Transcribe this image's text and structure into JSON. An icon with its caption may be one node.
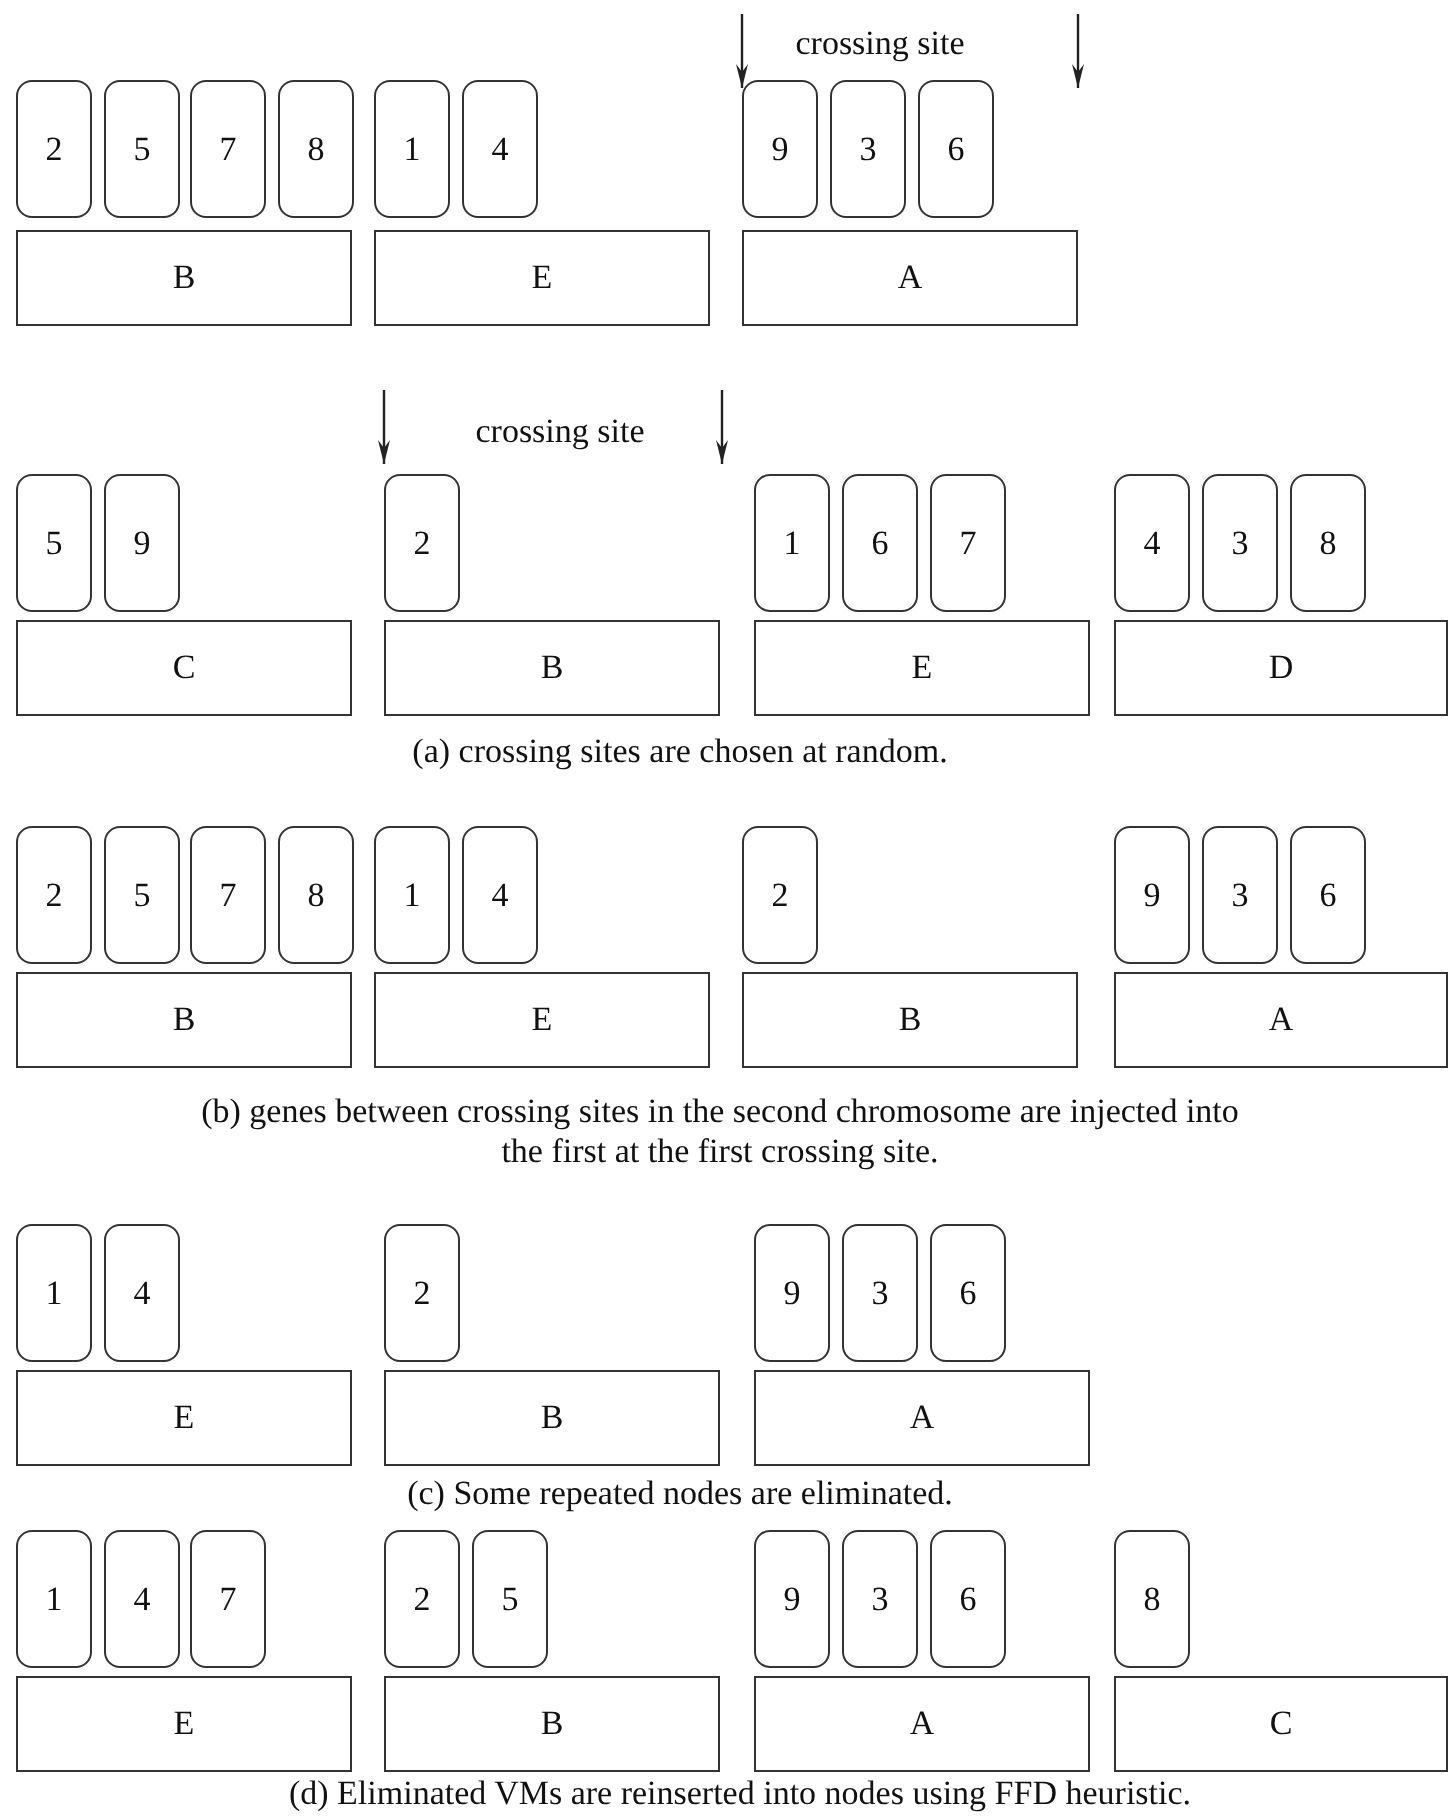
{
  "diagram": {
    "nodes": [
      {
        "text": [
          "2"
        ]
      },
      {
        "text": [
          "5"
        ]
      },
      {
        "text": [
          "7"
        ]
      },
      {
        "text": [
          "8"
        ]
      },
      {
        "text": [
          "1"
        ]
      },
      {
        "text": [
          "4"
        ]
      },
      {
        "text": [
          "9"
        ]
      },
      {
        "text": [
          "3"
        ]
      },
      {
        "text": [
          "6"
        ]
      },
      {
        "text": [
          "B"
        ]
      },
      {
        "text": [
          "E"
        ]
      },
      {
        "text": [
          "A"
        ]
      },
      {
        "text": [
          "5"
        ]
      },
      {
        "text": [
          "9"
        ]
      },
      {
        "text": [
          "2"
        ]
      },
      {
        "text": [
          "1"
        ]
      },
      {
        "text": [
          "6"
        ]
      },
      {
        "text": [
          "7"
        ]
      },
      {
        "text": [
          "4"
        ]
      },
      {
        "text": [
          "3"
        ]
      },
      {
        "text": [
          "8"
        ]
      },
      {
        "text": [
          "C"
        ]
      },
      {
        "text": [
          "B"
        ]
      },
      {
        "text": [
          "E"
        ]
      },
      {
        "text": [
          "D"
        ]
      },
      {
        "text": [
          "2"
        ]
      },
      {
        "text": [
          "5"
        ]
      },
      {
        "text": [
          "7"
        ]
      },
      {
        "text": [
          "8"
        ]
      },
      {
        "text": [
          "1"
        ]
      },
      {
        "text": [
          "4"
        ]
      },
      {
        "text": [
          "2"
        ]
      },
      {
        "text": [
          "9"
        ]
      },
      {
        "text": [
          "3"
        ]
      },
      {
        "text": [
          "6"
        ]
      },
      {
        "text": [
          "B"
        ]
      },
      {
        "text": [
          "E"
        ]
      },
      {
        "text": [
          "B"
        ]
      },
      {
        "text": [
          "A"
        ]
      },
      {
        "text": [
          "1"
        ]
      },
      {
        "text": [
          "4"
        ]
      },
      {
        "text": [
          "2"
        ]
      },
      {
        "text": [
          "9"
        ]
      },
      {
        "text": [
          "3"
        ]
      },
      {
        "text": [
          "6"
        ]
      },
      {
        "text": [
          "E"
        ]
      },
      {
        "text": [
          "B"
        ]
      },
      {
        "text": [
          "A"
        ]
      },
      {
        "text": [
          "1"
        ]
      },
      {
        "text": [
          "4"
        ]
      },
      {
        "text": [
          "7"
        ]
      },
      {
        "text": [
          "2"
        ]
      },
      {
        "text": [
          "5"
        ]
      },
      {
        "text": [
          "9"
        ]
      },
      {
        "text": [
          "3"
        ]
      },
      {
        "text": [
          "6"
        ]
      },
      {
        "text": [
          "8"
        ]
      },
      {
        "text": [
          "E"
        ]
      },
      {
        "text": [
          "B"
        ]
      },
      {
        "text": [
          "A"
        ]
      },
      {
        "text": [
          "C"
        ]
      }
    ],
    "labels": [
      "crossing site",
      "crossing site",
      "(a) crossing sites are chosen at random.",
      "(b) genes between crossing sites in the second chromosome are injected into the first at the first crossing site.",
      "(c) Some repeated nodes are eliminated.",
      "(d) Eliminated VMs are reinserted into nodes using FFD heuristic."
    ]
  }
}
